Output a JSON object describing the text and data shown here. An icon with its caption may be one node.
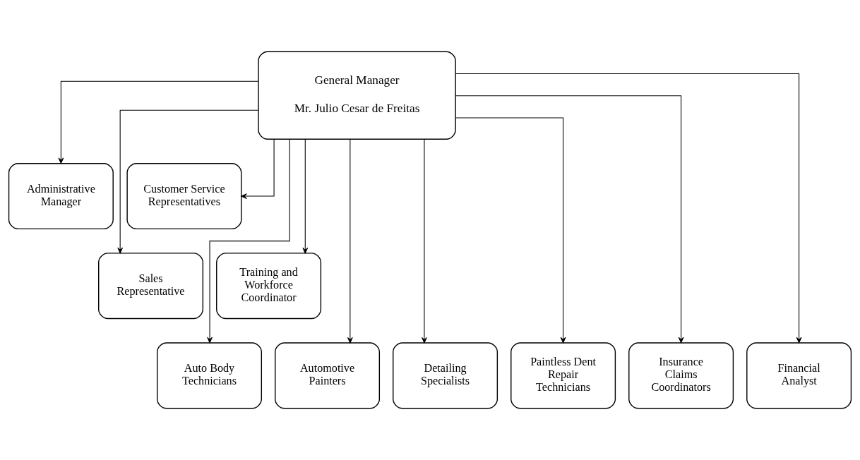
{
  "diagram": {
    "nodes": [
      {
        "text": [
          "General Manager",
          "Mr. Julio Cesar de Freitas"
        ]
      },
      {
        "text": [
          "Administrative Manager"
        ]
      },
      {
        "text": [
          "Customer Service Representatives"
        ]
      },
      {
        "text": [
          "Sales Representative"
        ]
      },
      {
        "text": [
          "Training and Workforce Coordinator"
        ]
      },
      {
        "text": [
          "Auto Body Technicians"
        ]
      },
      {
        "text": [
          "Automotive Painters"
        ]
      },
      {
        "text": [
          "Detailing Specialists"
        ]
      },
      {
        "text": [
          "Paintless Dent Repair Technicians"
        ]
      },
      {
        "text": [
          "Insurance Claims Coordinators"
        ]
      },
      {
        "text": [
          "Financial Analyst"
        ]
      }
    ],
    "edges": [
      {
        "from": 0,
        "to": 1,
        "arrow": "to"
      },
      {
        "from": 0,
        "to": 2,
        "arrow": "to"
      },
      {
        "from": 0,
        "to": 3,
        "arrow": "to"
      },
      {
        "from": 0,
        "to": 4,
        "arrow": "to"
      },
      {
        "from": 0,
        "to": 5,
        "arrow": "to"
      },
      {
        "from": 0,
        "to": 6,
        "arrow": "to"
      },
      {
        "from": 0,
        "to": 7,
        "arrow": "to"
      },
      {
        "from": 0,
        "to": 8,
        "arrow": "to"
      },
      {
        "from": 0,
        "to": 9,
        "arrow": "to"
      },
      {
        "from": 0,
        "to": 10,
        "arrow": "to"
      }
    ]
  }
}
